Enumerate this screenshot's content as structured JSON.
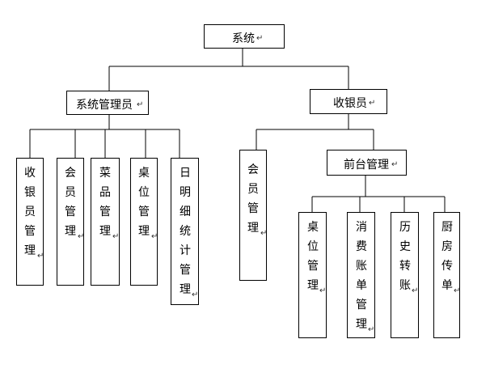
{
  "root": {
    "label": "系统"
  },
  "admin": {
    "label": "系统管理员"
  },
  "cashier": {
    "label": "收银员"
  },
  "admin_children": [
    {
      "label": "收银员管理"
    },
    {
      "label": "会员管理"
    },
    {
      "label": "菜品管理"
    },
    {
      "label": "桌位管理"
    },
    {
      "label": "日明细统计管理"
    }
  ],
  "cashier_children": [
    {
      "label": "会员管理"
    },
    {
      "label": "前台管理"
    }
  ],
  "front_children": [
    {
      "label": "桌位管理"
    },
    {
      "label": "消费账单管理"
    },
    {
      "label": "历史转账"
    },
    {
      "label": "厨房传单"
    }
  ],
  "return_mark": "↵"
}
